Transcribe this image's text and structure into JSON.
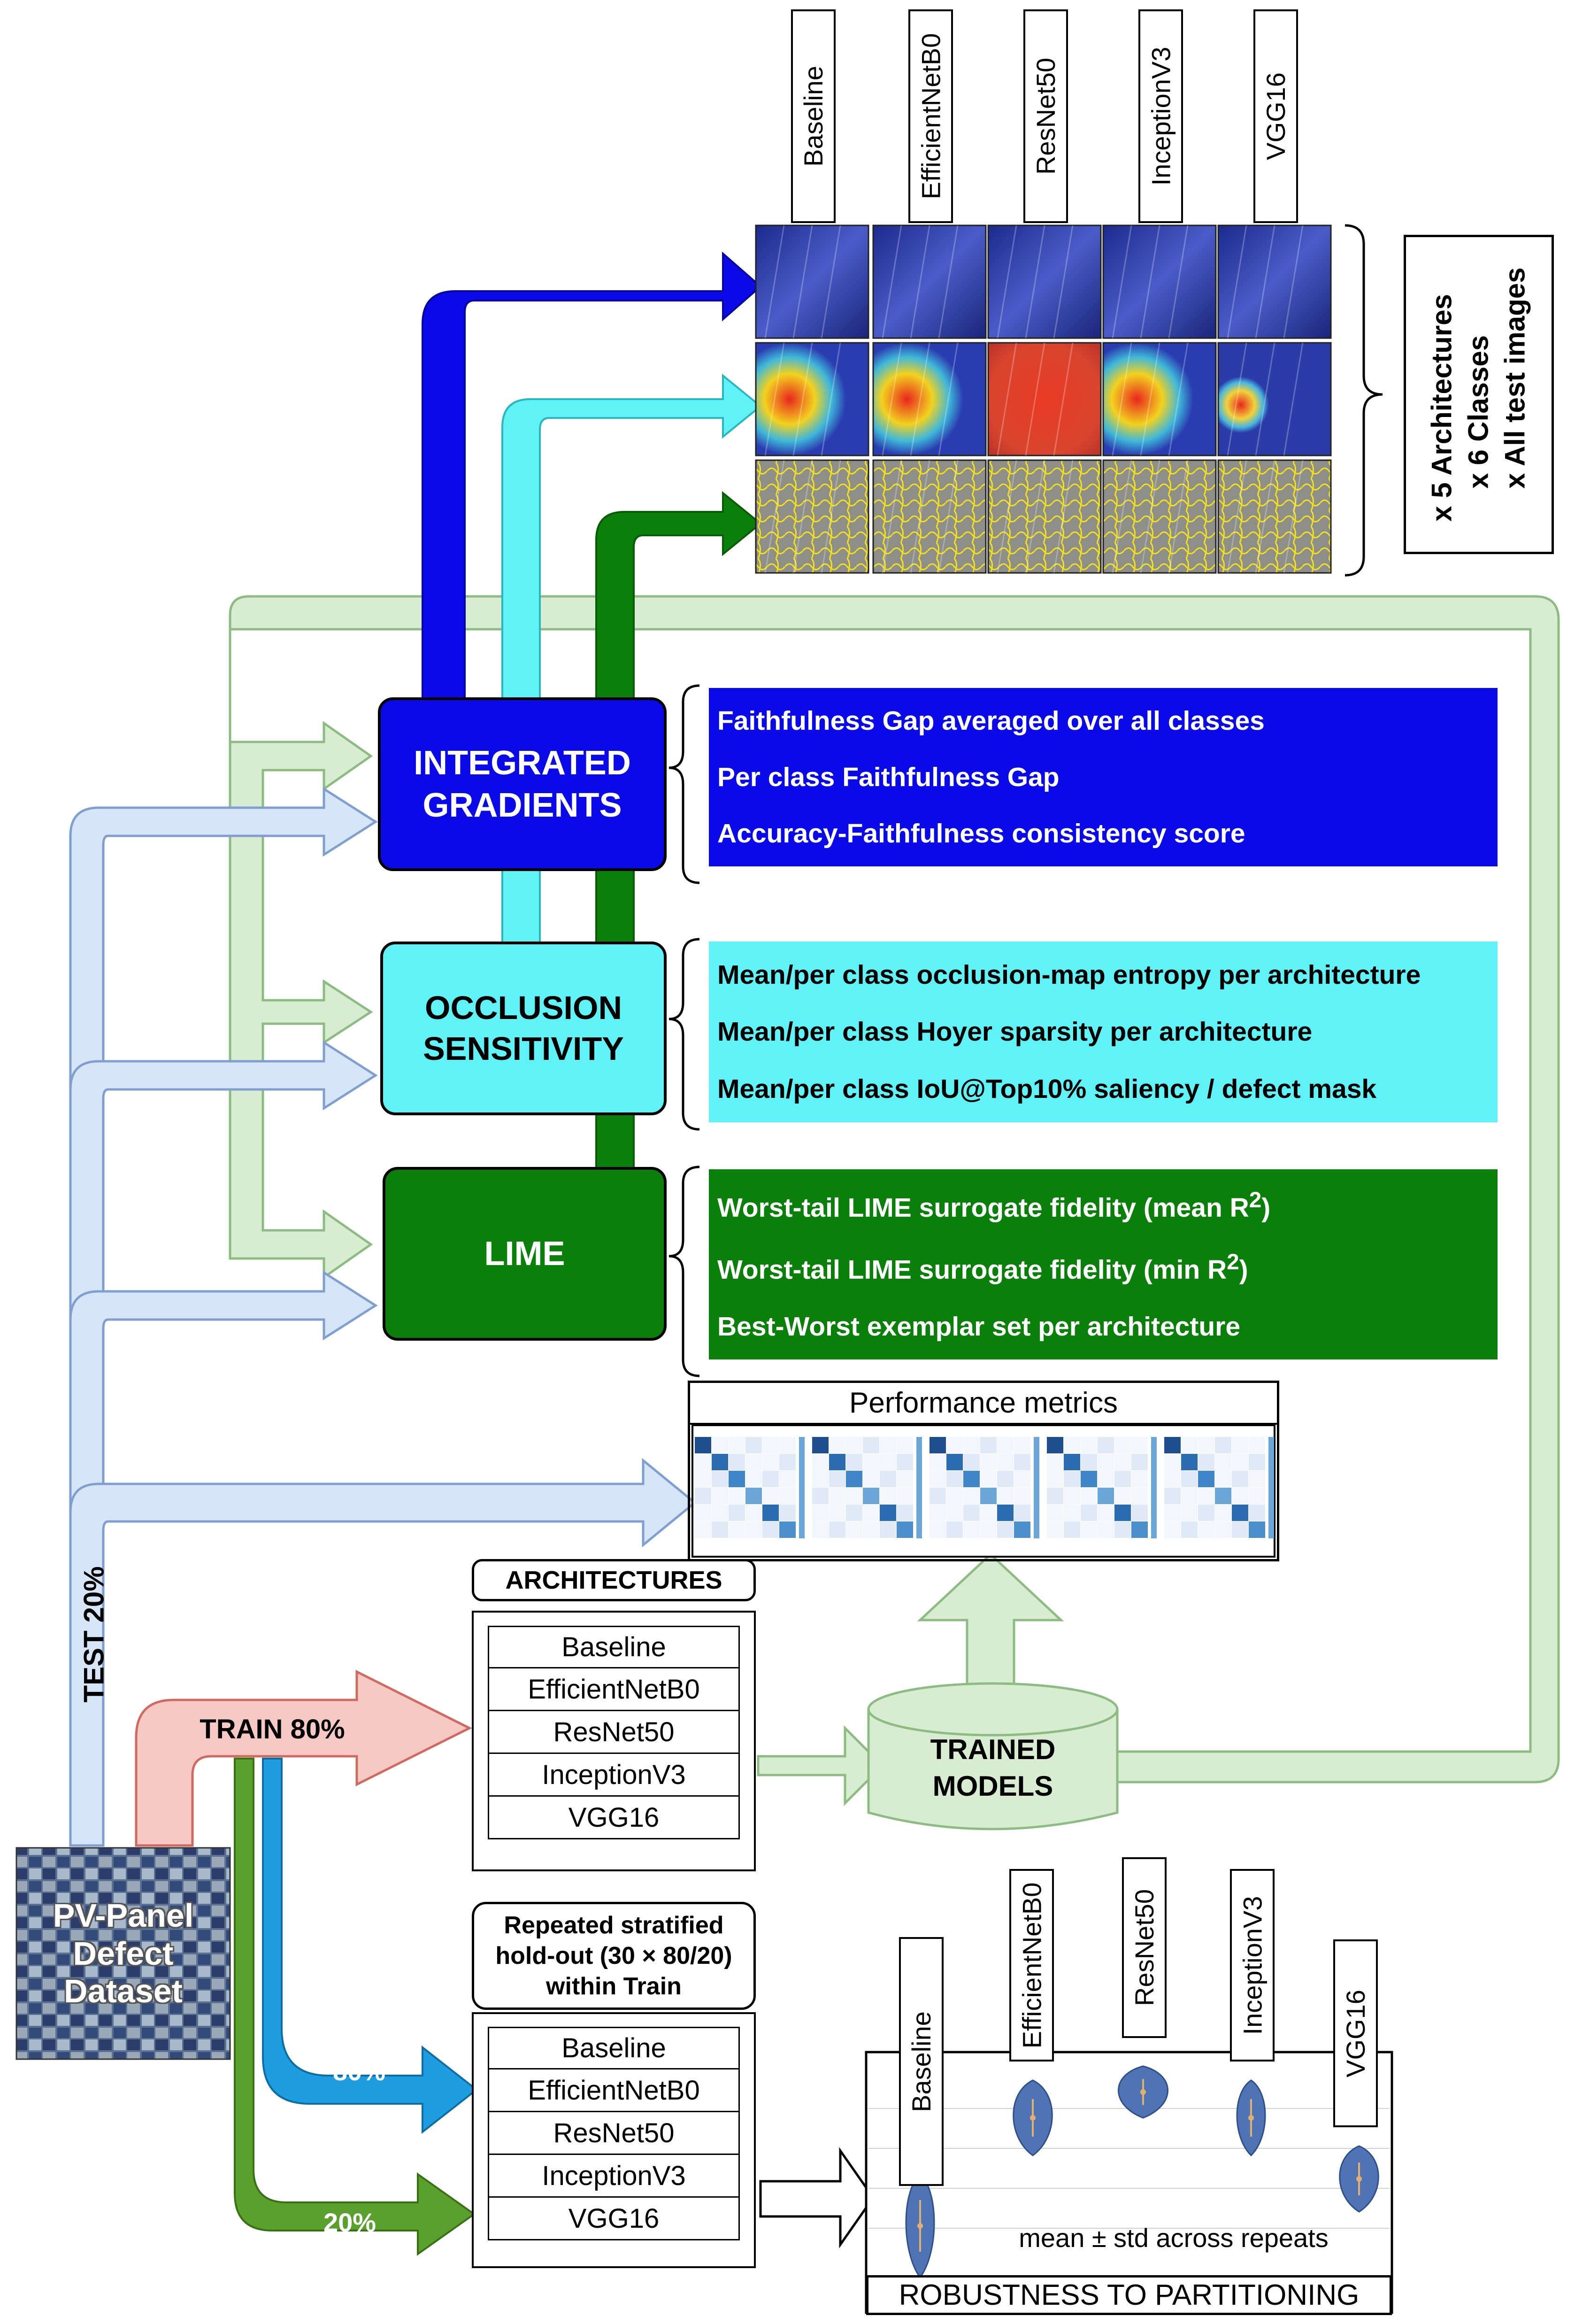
{
  "architectures": [
    "Baseline",
    "EfficientNetB0",
    "ResNet50",
    "InceptionV3",
    "VGG16"
  ],
  "multiplier": [
    "x 5 Architectures",
    "x 6 Classes",
    "x All test images"
  ],
  "methods": [
    {
      "name_line1": "INTEGRATED",
      "name_line2": "GRADIENTS",
      "color": "#0a0ae8",
      "metrics": [
        "Faithfulness Gap averaged over all classes",
        "Per class Faithfulness Gap",
        "Accuracy-Faithfulness consistency score"
      ]
    },
    {
      "name_line1": "OCCLUSION",
      "name_line2": "SENSITIVITY",
      "color": "#5ff2f7",
      "metrics": [
        "Mean/per class occlusion-map entropy per architecture",
        "Mean/per class Hoyer sparsity per architecture",
        "Mean/per class IoU@Top10% saliency / defect mask"
      ]
    },
    {
      "name_line1": "LIME",
      "name_line2": "",
      "color": "#0a800a",
      "metrics": [
        "Worst-tail LIME surrogate fidelity (mean R",
        "Worst-tail LIME surrogate fidelity (min R",
        "Best-Worst exemplar set per architecture"
      ],
      "metric_suffix": [
        "2",
        ")"
      ]
    }
  ],
  "performance_title": "Performance metrics",
  "architectures_title": "ARCHITECTURES",
  "trained_models": [
    "TRAINED",
    "MODELS"
  ],
  "test_label": "TEST 20%",
  "train_label": "TRAIN 80%",
  "dataset_label": [
    "PV-Panel",
    "Defect",
    "Dataset"
  ],
  "holdout_title": [
    "Repeated stratified",
    "hold-out (30 × 80/20)",
    "within Train"
  ],
  "split_80": "80%",
  "split_20": "20%",
  "violin_note": "mean ± std across repeats",
  "robustness_title": "ROBUSTNESS TO PARTITIONING",
  "colors": {
    "ig": "#0a0ae8",
    "occ": "#5ff2f7",
    "lime": "#0a800a",
    "test_arrow": "#d6e6f8",
    "green_arrow": "#d8ecd2",
    "train_arrow": "#f6c9c4",
    "blue_split": "#1e9ee0",
    "green_split": "#5aa02c"
  }
}
